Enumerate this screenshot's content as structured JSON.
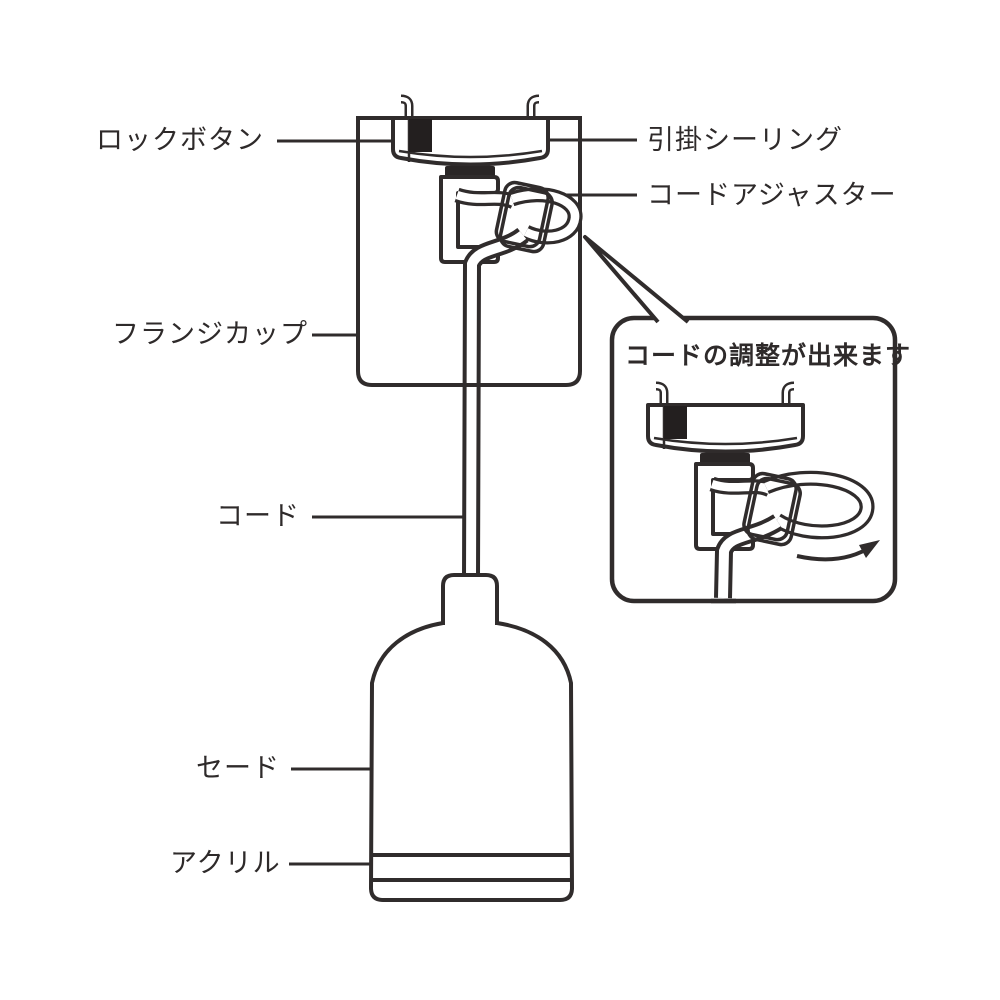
{
  "diagram": {
    "title_context": "pendant-light-parts-diagram",
    "labels": {
      "lock_button": "ロックボタン",
      "ceiling_plug": "引掛シーリング",
      "cord_adjuster": "コードアジャスター",
      "flange_cup": "フランジカップ",
      "cord": "コード",
      "shade": "セード",
      "acrylic": "アクリル"
    },
    "callout": {
      "note": "コードの調整が出来ます"
    },
    "colors": {
      "ink": "#302c2c",
      "lock_button_fill": "#231f1f",
      "background": "#ffffff"
    }
  }
}
